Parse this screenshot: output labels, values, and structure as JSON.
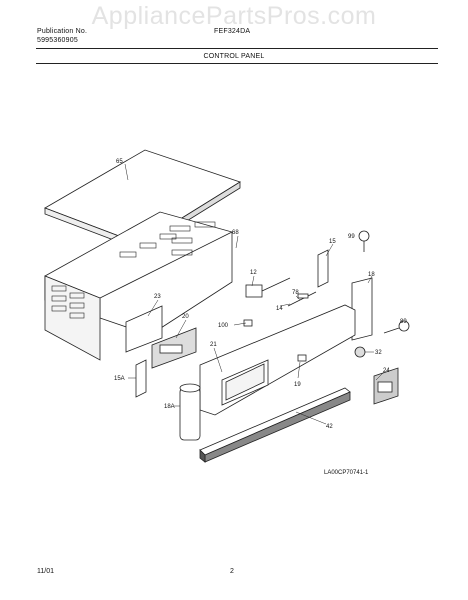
{
  "header": {
    "watermark": "AppliancePartsPros.com",
    "publication_label": "Publication No.",
    "publication_number": "5995360905",
    "model": "FEF324DA",
    "section_title": "CONTROL PANEL"
  },
  "diagram": {
    "callouts": [
      "65",
      "68",
      "15",
      "99",
      "12",
      "18",
      "23",
      "78",
      "14",
      "20",
      "100",
      "89",
      "21",
      "32",
      "15A",
      "19",
      "24",
      "18A",
      "42"
    ],
    "figure_code": "LA00CP70741-1"
  },
  "footer": {
    "date": "11/01",
    "page": "2"
  }
}
